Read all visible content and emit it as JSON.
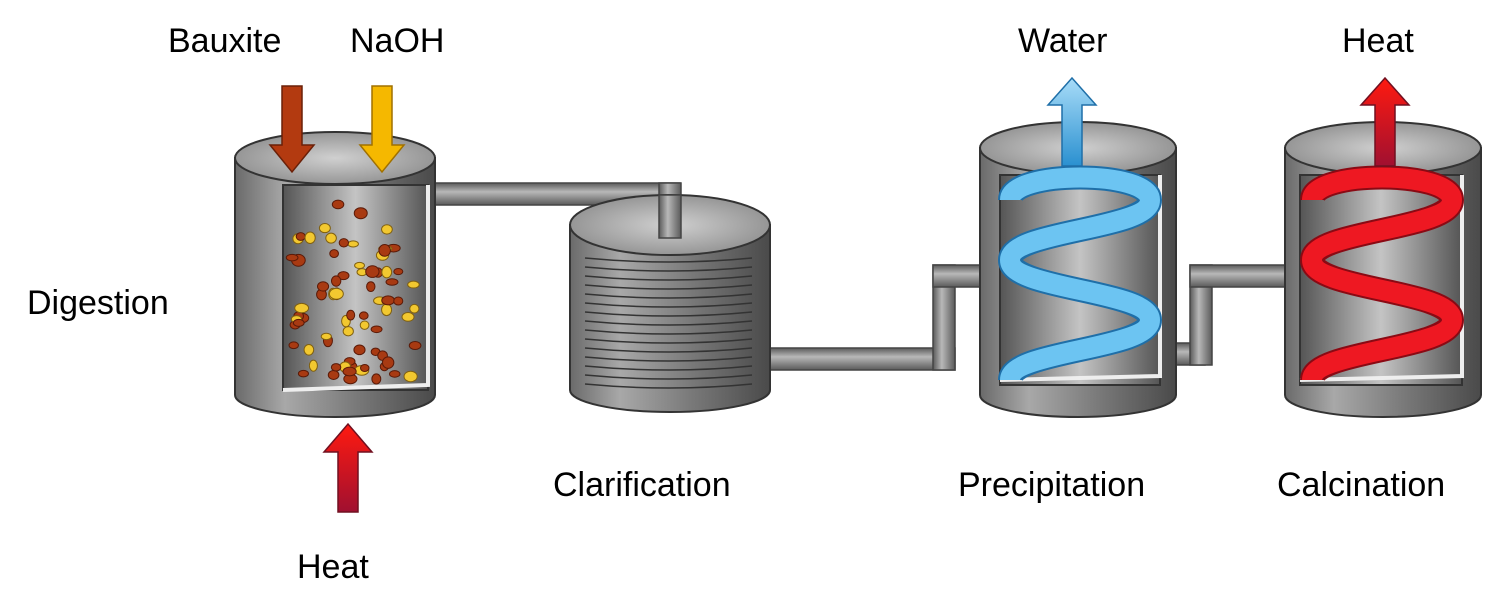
{
  "labels": {
    "bauxite": "Bauxite",
    "naoh": "NaOH",
    "water": "Water",
    "heat_top": "Heat",
    "digestion": "Digestion",
    "clarification": "Clarification",
    "precipitation": "Precipitation",
    "calcination": "Calcination",
    "heat_bottom": "Heat"
  },
  "colors": {
    "bauxite_arrow": "#b33a10",
    "naoh_arrow": "#f5b800",
    "heat_arrow": "#e0101a",
    "water_arrow": "#4aa8e0",
    "tank": "#8a8a8a",
    "cooling_coil": "#58b4ea",
    "heating_coil": "#e0101e"
  }
}
